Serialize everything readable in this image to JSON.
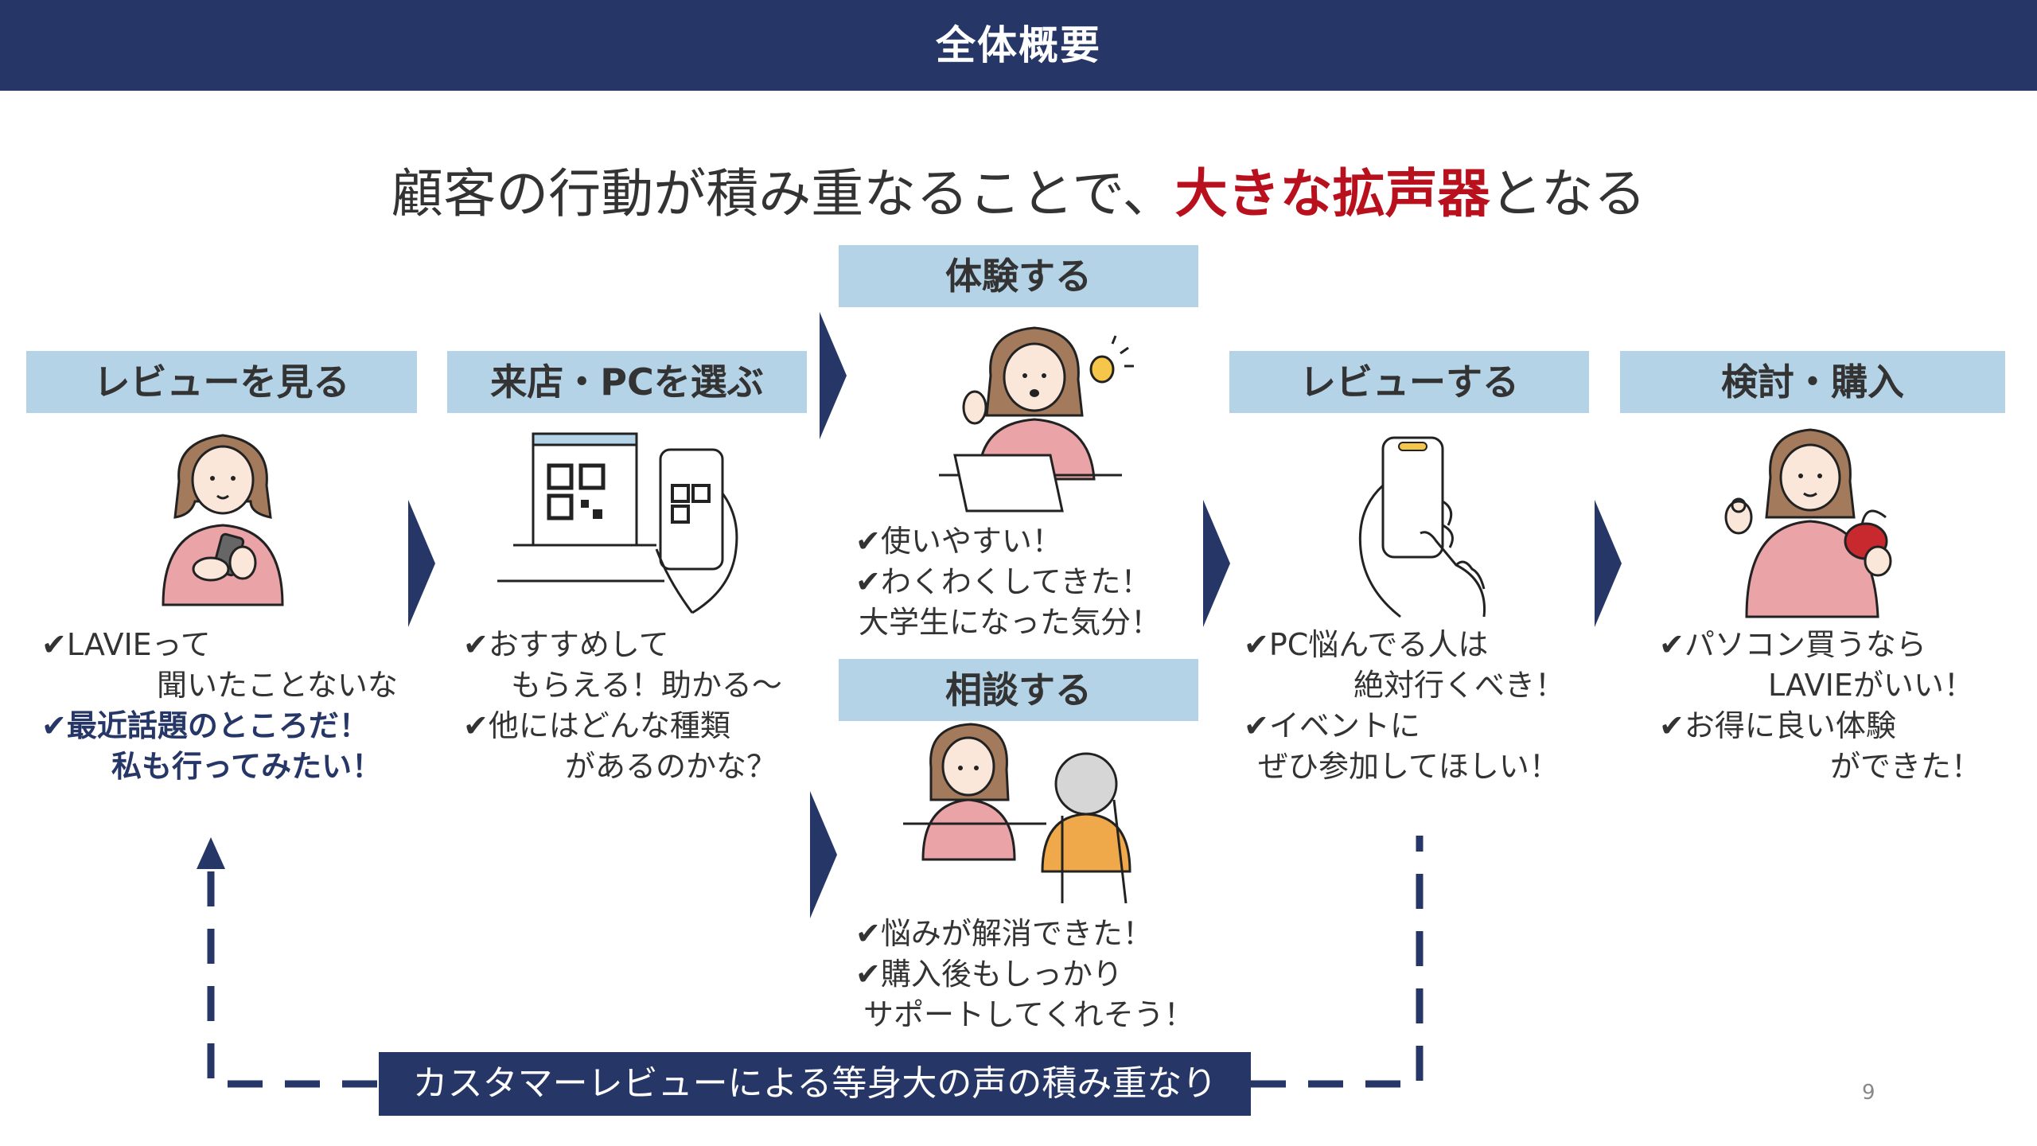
{
  "header": {
    "title": "全体概要"
  },
  "headline": {
    "prefix": "顧客の行動が積み重なることで、",
    "highlight": "大きな拡声器",
    "suffix": "となる"
  },
  "steps": [
    {
      "label": "レビューを見る"
    },
    {
      "label": "来店・PCを選ぶ"
    },
    {
      "label": "体験する"
    },
    {
      "label": "相談する"
    },
    {
      "label": "レビューする"
    },
    {
      "label": "検討・購入"
    }
  ],
  "comments": {
    "review_view": [
      "✔LAVIEって",
      "聞いたことないな",
      "✔最近話題のところだ！",
      "私も行ってみたい！"
    ],
    "store": [
      "✔おすすめして",
      "もらえる！助かる～",
      "✔他にはどんな種類",
      "があるのかな？"
    ],
    "experience": [
      "✔使いやすい！",
      "✔わくわくしてきた！",
      "大学生になった気分！"
    ],
    "consult": [
      "✔悩みが解消できた！",
      "✔購入後もしっかり",
      "サポートしてくれそう！"
    ],
    "review_write": [
      "✔PC悩んでる人は",
      "絶対行くべき！",
      "✔イベントに",
      "ぜひ参加してほしい！"
    ],
    "purchase": [
      "✔パソコン買うなら",
      "LAVIEがいい！",
      "✔お得に良い体験",
      "ができた！"
    ]
  },
  "banner": {
    "text": "カスタマーレビューによる等身大の声の積み重なり"
  },
  "page_number": "9",
  "colors": {
    "navy": "#263767",
    "step_box": "#b4d3e6",
    "highlight_red": "#b8111d"
  }
}
